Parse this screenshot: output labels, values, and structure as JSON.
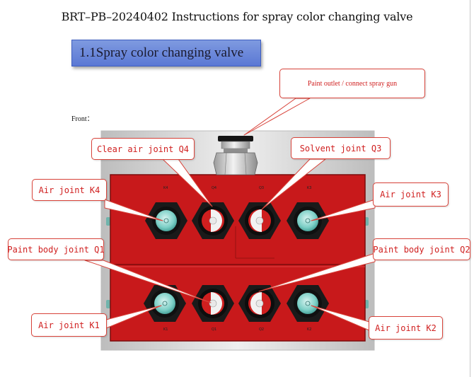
{
  "document": {
    "title": "BRT–PB–20240402 Instructions for spray color changing valve",
    "section_heading": "1.1Spray color changing valve",
    "front_label": "Front："
  },
  "colors": {
    "valve_body": "#c8191b",
    "valve_frame": "#d9d9d9",
    "callout_text": "#d02020",
    "heading_bg": "#6a86d9"
  },
  "callouts": {
    "paint_outlet": "Paint outlet / connect spray gun",
    "clear_air_q4": "Clear air joint Q4",
    "solvent_q3": "Solvent joint Q3",
    "air_k4": "Air joint K4",
    "air_k3": "Air joint K3",
    "paint_body_q1": "Paint body joint Q1",
    "paint_body_q2": "Paint body joint Q2",
    "air_k1": "Air joint K1",
    "air_k2": "Air joint K2"
  },
  "icons": {
    "outlet": "pipe-fitting-icon",
    "joint": "hex-nut-connector-icon"
  }
}
